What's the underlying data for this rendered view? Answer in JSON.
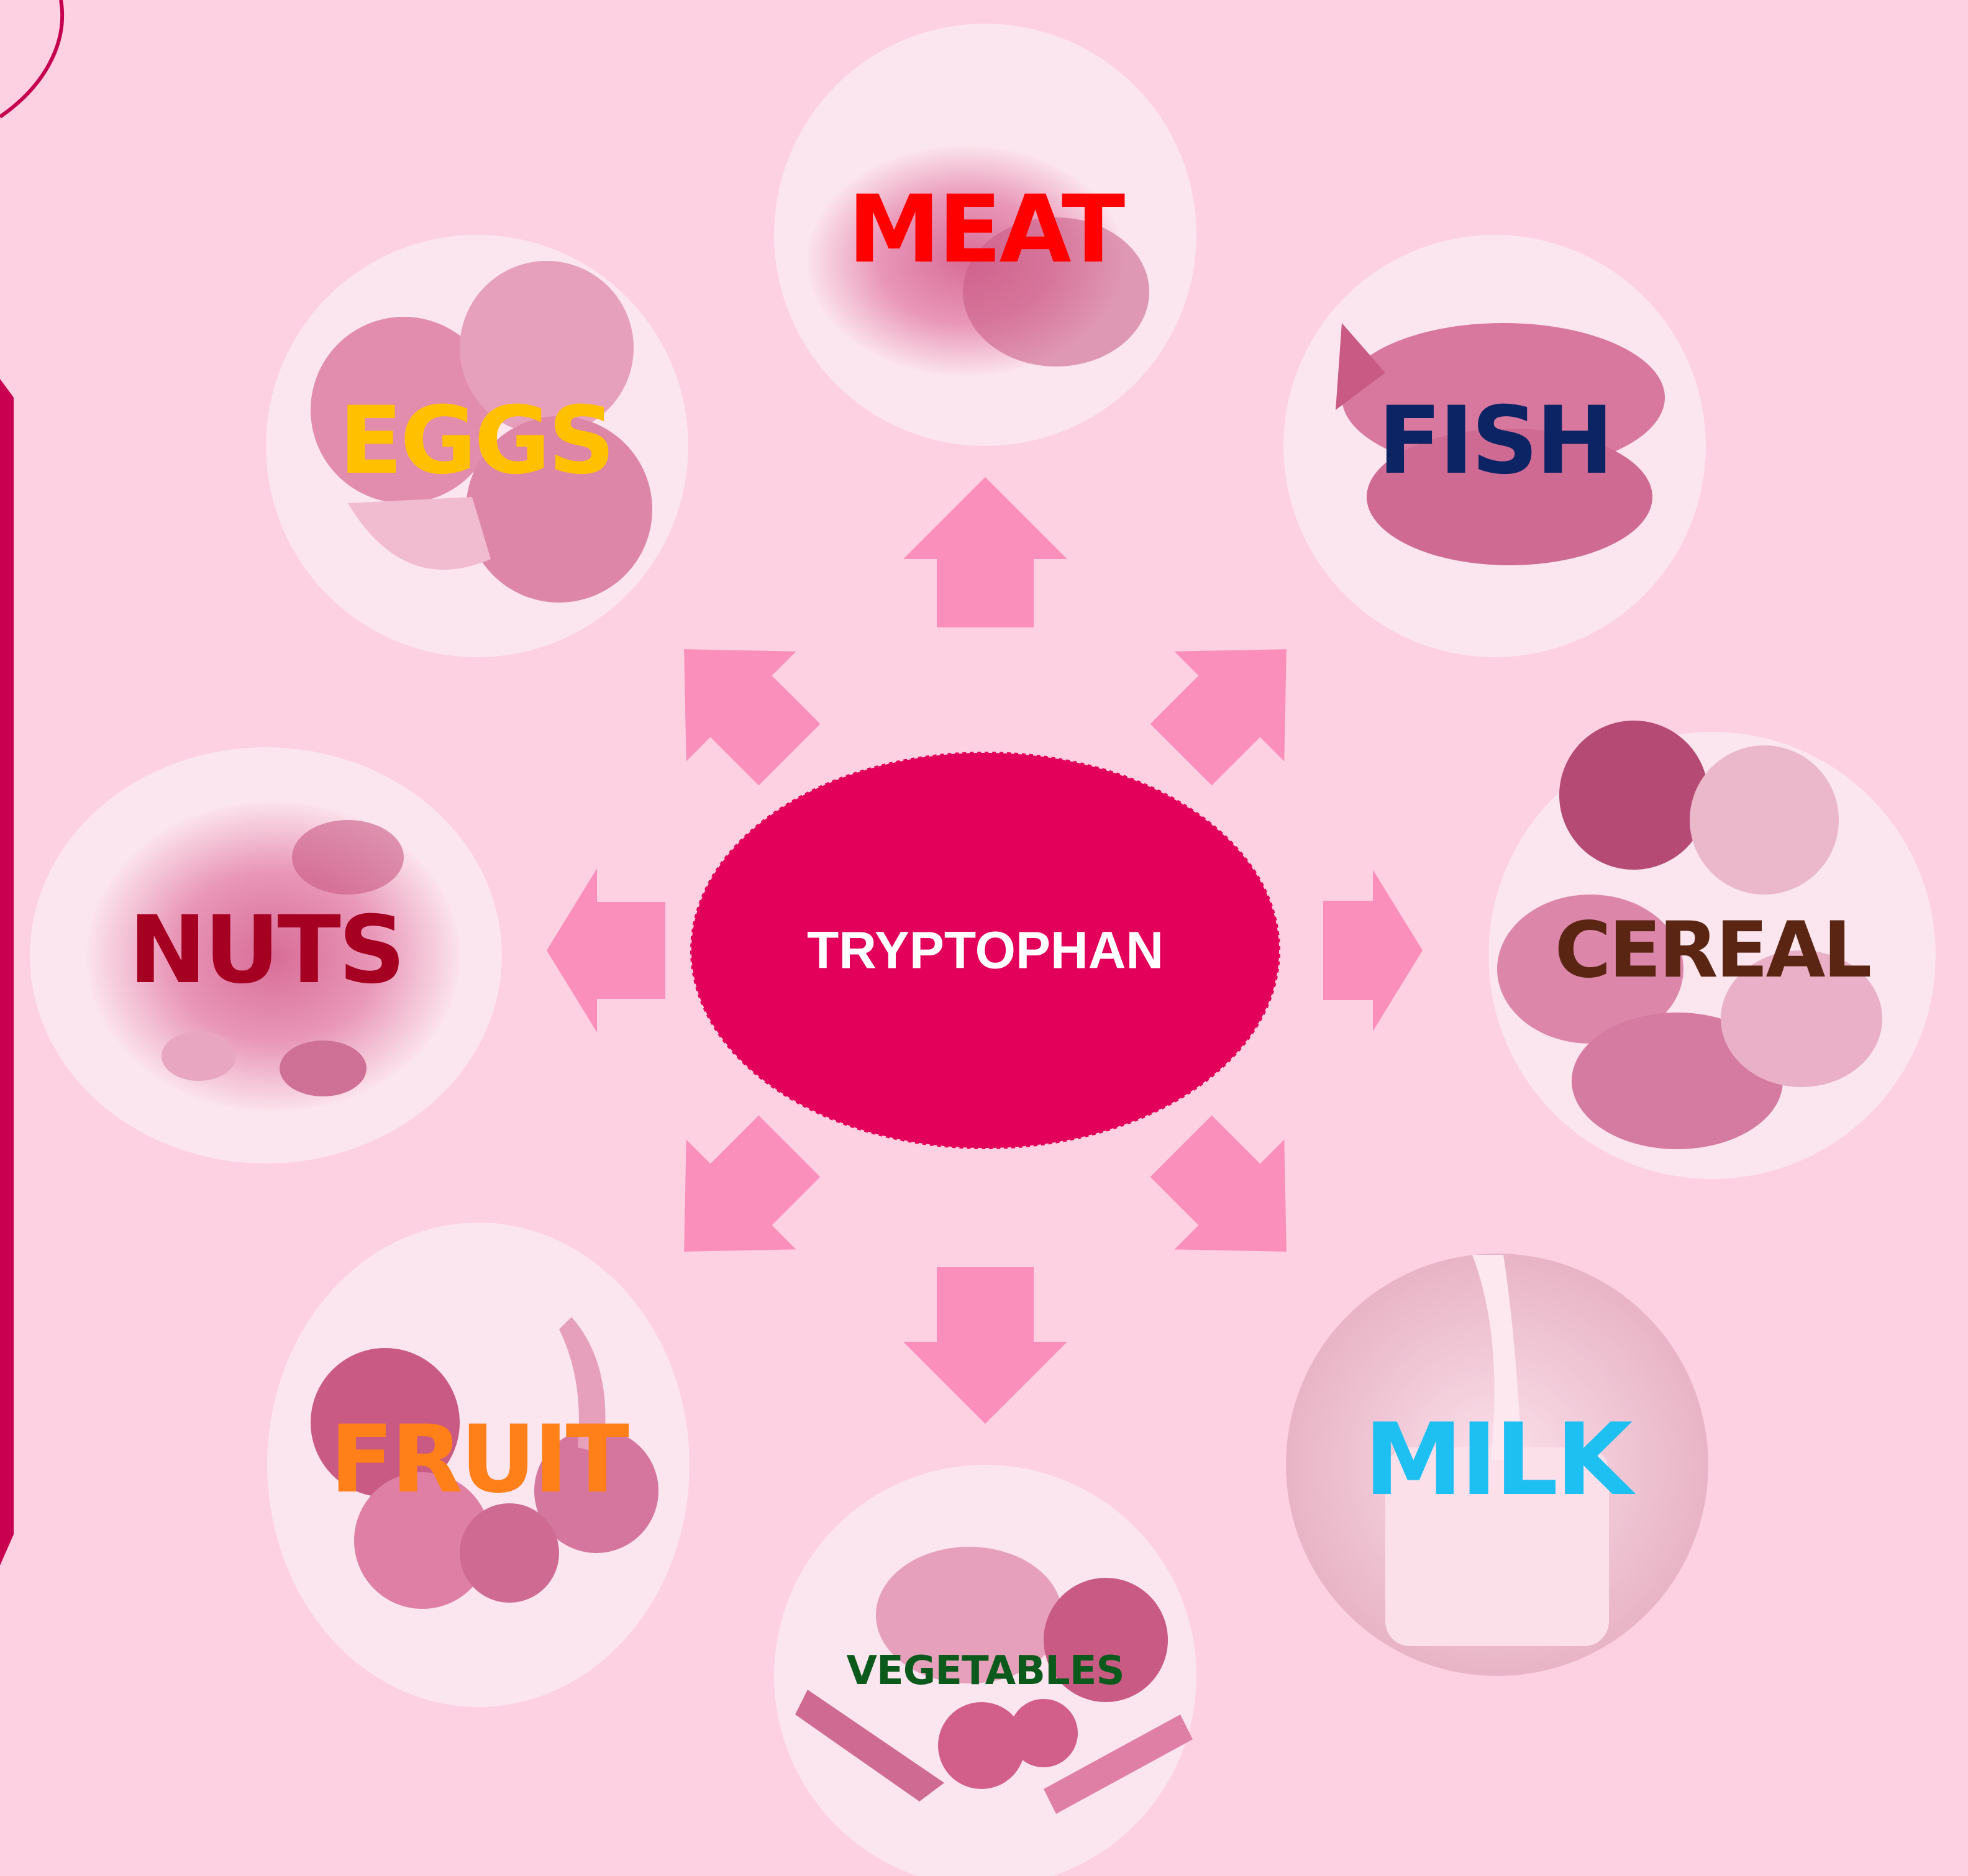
{
  "center": {
    "label": "TRYPTOPHAN",
    "color": "#e2005a"
  },
  "arrow_color": "#fb8fbb",
  "sources": {
    "meat": {
      "label": "MEAT",
      "color": "#ff0000"
    },
    "eggs": {
      "label": "EGGS",
      "color": "#ffc000"
    },
    "fish": {
      "label": "FISH",
      "color": "#0d2464"
    },
    "nuts": {
      "label": "NUTS",
      "color": "#a50021"
    },
    "cereal": {
      "label": "CEREAL",
      "color": "#5a2512"
    },
    "fruit": {
      "label": "FRUIT",
      "color": "#ff7f18"
    },
    "milk": {
      "label": "MILK",
      "color": "#1ec0f2"
    },
    "vegetables": {
      "label": "VEGETABLES",
      "color": "#0b5a1c"
    }
  }
}
